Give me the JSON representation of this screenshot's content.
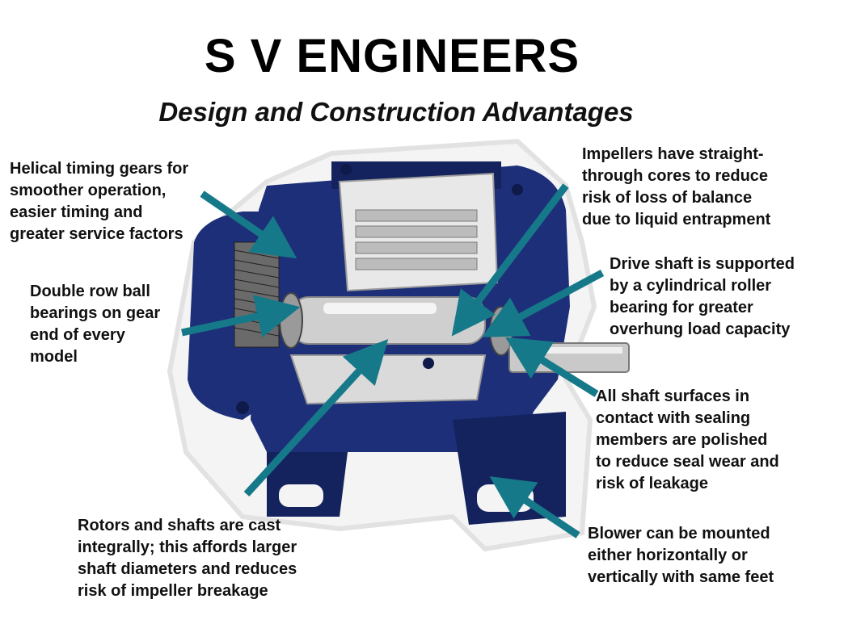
{
  "header": {
    "company": "S V ENGINEERS",
    "subtitle": "Design and Construction Advantages"
  },
  "callouts": {
    "timing_gears": "Helical timing gears for\nsmoother operation,\neasier timing and\ngreater service factors",
    "ball_bearings": "Double row ball\nbearings on gear\nend of every\nmodel",
    "rotors_shafts": "Rotors and shafts are cast\nintegrally; this affords larger\nshaft diameters and reduces\nrisk of impeller breakage",
    "impellers": "Impellers have straight-\nthrough cores to reduce\nrisk of loss of balance\ndue to liquid entrapment",
    "drive_shaft": "Drive shaft is supported\nby a cylindrical roller\nbearing for greater\noverhung load capacity",
    "shaft_surfaces": "All shaft surfaces in\ncontact with sealing\nmembers are polished\nto reduce seal wear and\nrisk of leakage",
    "mounting": "Blower can be mounted\neither horizontally or\nvertically with same feet"
  },
  "colors": {
    "casing": "#1d2f78",
    "casing_dark": "#0e1a4a",
    "metal": "#d9d9d9",
    "arrow": "#16798a"
  }
}
